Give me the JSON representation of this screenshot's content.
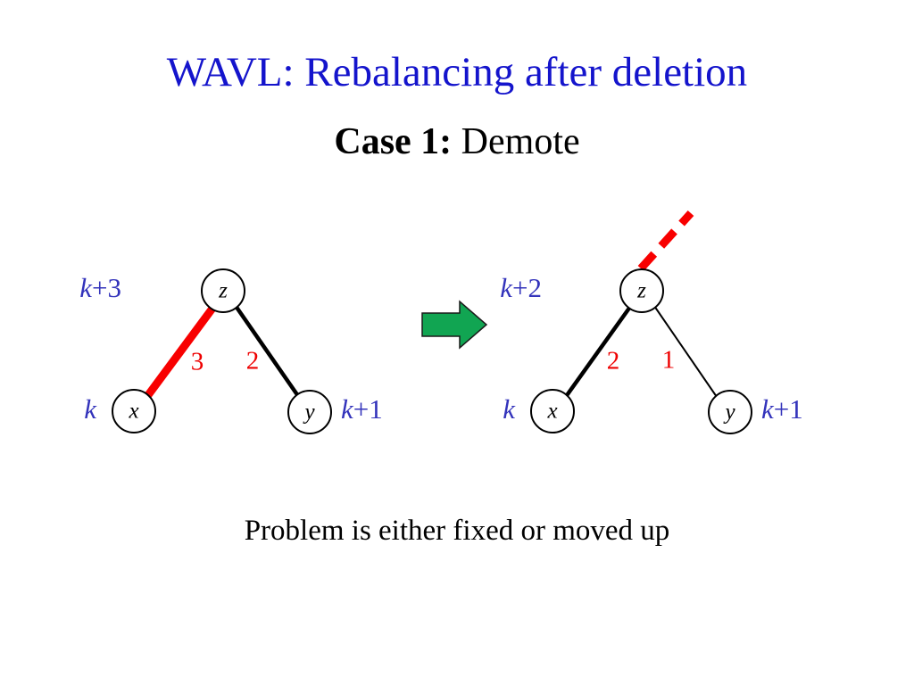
{
  "slide": {
    "title": "WAVL: Rebalancing after deletion",
    "subtitle_bold": "Case 1:",
    "subtitle_rest": " Demote",
    "caption": "Problem is either fixed or moved up"
  },
  "colors": {
    "title_blue": "#1414CC",
    "rank_blue": "#3333BB",
    "diff_red": "#EE0000",
    "edge_red": "#F80000",
    "arrow_green": "#11A552",
    "node_stroke": "#000000",
    "text_black": "#000000"
  },
  "left_tree": {
    "name": "before-demote-tree",
    "nodes": [
      {
        "id": "z",
        "label": "z",
        "rank_prefix": "k",
        "rank_suffix": "+3",
        "rank_text": "k+3"
      },
      {
        "id": "x",
        "label": "x",
        "rank_prefix": "k",
        "rank_suffix": "",
        "rank_text": "k"
      },
      {
        "id": "y",
        "label": "y",
        "rank_prefix": "k",
        "rank_suffix": "+1",
        "rank_text": "k+1"
      }
    ],
    "edges": [
      {
        "from": "z",
        "to": "x",
        "difference": "3",
        "style": "red-thick"
      },
      {
        "from": "z",
        "to": "y",
        "difference": "2",
        "style": "black-thick"
      }
    ]
  },
  "right_tree": {
    "name": "after-demote-tree",
    "nodes": [
      {
        "id": "z",
        "label": "z",
        "rank_prefix": "k",
        "rank_suffix": "+2",
        "rank_text": "k+2"
      },
      {
        "id": "x",
        "label": "x",
        "rank_prefix": "k",
        "rank_suffix": "",
        "rank_text": "k"
      },
      {
        "id": "y",
        "label": "y",
        "rank_prefix": "k",
        "rank_suffix": "+1",
        "rank_text": "k+1"
      }
    ],
    "edges": [
      {
        "from": "parent",
        "to": "z",
        "difference": "",
        "style": "red-dashed"
      },
      {
        "from": "z",
        "to": "x",
        "difference": "2",
        "style": "black-thick"
      },
      {
        "from": "z",
        "to": "y",
        "difference": "1",
        "style": "black-thin"
      }
    ]
  },
  "arrow": {
    "label": "transformation-arrow",
    "direction": "right"
  }
}
